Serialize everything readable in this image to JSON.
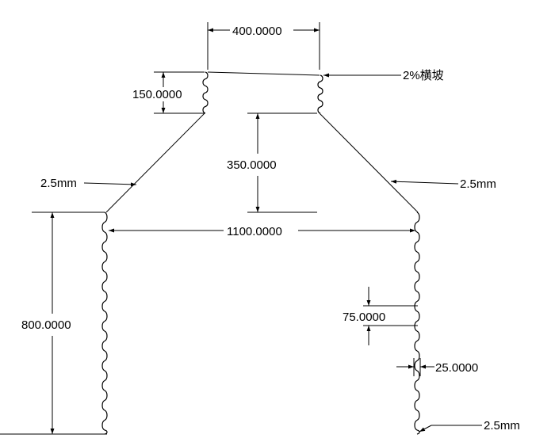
{
  "drawing": {
    "dims": {
      "top_width": "400.0000",
      "top_height": "150.0000",
      "slope_height": "350.0000",
      "base_width": "1100.0000",
      "wall_height": "800.0000",
      "wave_pitch": "75.0000",
      "wave_amp": "25.0000"
    },
    "notes": {
      "cross_slope": "2%横坡",
      "thickness_left": "2.5mm",
      "thickness_right": "2.5mm",
      "thickness_bottom": "2.5mm"
    }
  }
}
